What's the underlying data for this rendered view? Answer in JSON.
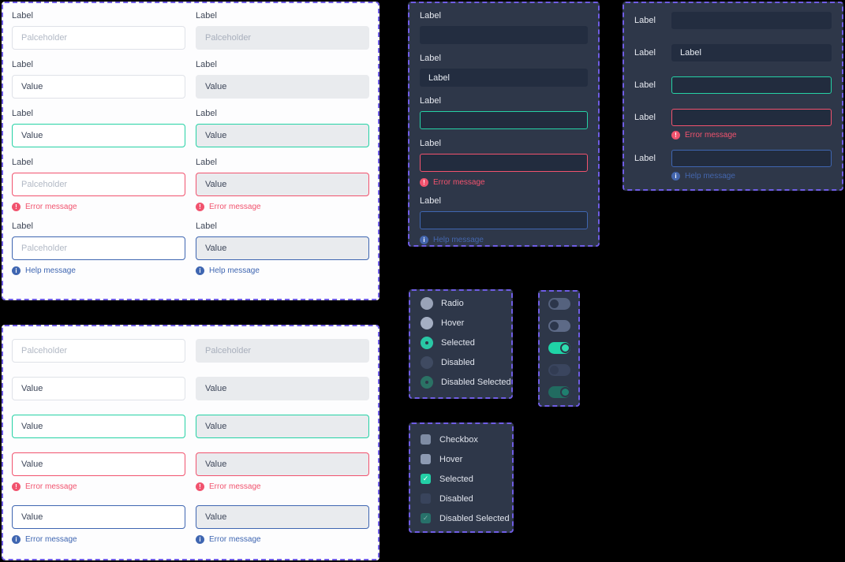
{
  "colors": {
    "page_background": "#000000",
    "panel_dashed_border": "#6f5de4",
    "light_panel_background": "#fdfdfe",
    "dark_panel_background": "#2e3749",
    "dark_input_background": "#232d40",
    "accent_teal": "#1fd3a6",
    "error_red": "#f1536e",
    "help_blue": "#3f66b1"
  },
  "icons": {
    "error": "!",
    "help": "i",
    "check": "✓"
  },
  "kits": {
    "labeled_outline": {
      "rows": [
        {
          "label": "Label",
          "placeholder": "Palceholder"
        },
        {
          "label": "Label",
          "value": "Value"
        },
        {
          "label": "Label",
          "value": "Value"
        },
        {
          "label": "Label",
          "placeholder": "Palceholder",
          "message": "Error message"
        },
        {
          "label": "Label",
          "placeholder": "Palceholder",
          "message": "Help message"
        }
      ]
    },
    "labeled_filled": {
      "rows": [
        {
          "label": "Label",
          "placeholder": "Palceholder"
        },
        {
          "label": "Label",
          "value": "Value"
        },
        {
          "label": "Label",
          "value": "Value"
        },
        {
          "label": "Label",
          "value": "Value",
          "message": "Error message"
        },
        {
          "label": "Label",
          "value": "Value",
          "message": "Help message"
        }
      ]
    },
    "plain_outline": {
      "rows": [
        {
          "placeholder": "Palceholder"
        },
        {
          "value": "Value"
        },
        {
          "value": "Value"
        },
        {
          "value": "Value",
          "message": "Error message"
        },
        {
          "value": "Value",
          "message": "Error message"
        }
      ]
    },
    "plain_filled": {
      "rows": [
        {
          "placeholder": "Palceholder"
        },
        {
          "value": "Value"
        },
        {
          "value": "Value"
        },
        {
          "value": "Value",
          "message": "Error message"
        },
        {
          "value": "Value",
          "message": "Error message"
        }
      ]
    },
    "dark_stacked": {
      "rows": [
        {
          "label": "Label",
          "value": ""
        },
        {
          "label": "Label",
          "value": "Label"
        },
        {
          "label": "Label",
          "value": ""
        },
        {
          "label": "Label",
          "value": "",
          "message": "Error message"
        },
        {
          "label": "Label",
          "value": "",
          "message": "Help message"
        }
      ]
    },
    "dark_horizontal": {
      "rows": [
        {
          "label": "Label",
          "value": ""
        },
        {
          "label": "Label",
          "value": "Label"
        },
        {
          "label": "Label",
          "value": ""
        },
        {
          "label": "Label",
          "value": "",
          "message": "Error message"
        },
        {
          "label": "Label",
          "value": "",
          "message": "Help message"
        }
      ]
    }
  },
  "radio_group": {
    "items": [
      {
        "label": "Radio",
        "state": "default"
      },
      {
        "label": "Hover",
        "state": "hover"
      },
      {
        "label": "Selected",
        "state": "selected"
      },
      {
        "label": "Disabled",
        "state": "disabled"
      },
      {
        "label": "Disabled Selected",
        "state": "disabled-selected"
      }
    ]
  },
  "toggle_group": {
    "items": [
      {
        "state": "off"
      },
      {
        "state": "hover"
      },
      {
        "state": "on"
      },
      {
        "state": "disabled"
      },
      {
        "state": "disabled-on"
      }
    ]
  },
  "checkbox_group": {
    "items": [
      {
        "label": "Checkbox",
        "state": "default"
      },
      {
        "label": "Hover",
        "state": "hover"
      },
      {
        "label": "Selected",
        "state": "selected"
      },
      {
        "label": "Disabled",
        "state": "disabled"
      },
      {
        "label": "Disabled Selected",
        "state": "disabled-selected"
      }
    ]
  }
}
